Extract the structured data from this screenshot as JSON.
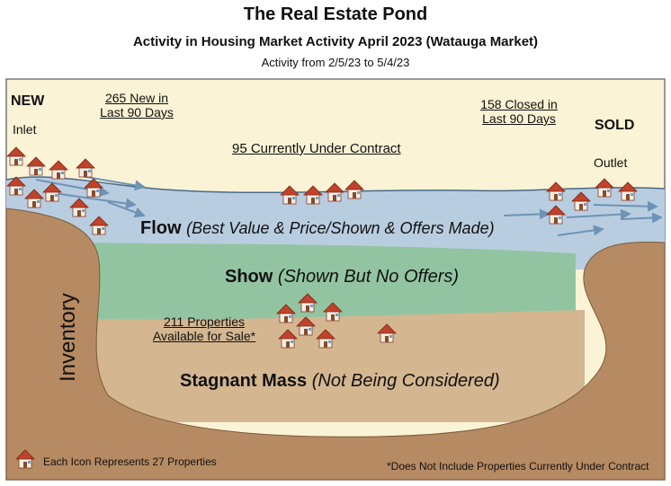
{
  "header": {
    "title": "The Real Estate Pond",
    "subtitle": "Activity in Housing Market Activity April 2023 (Watauga Market)",
    "date_range": "Activity from 2/5/23 to 5/4/23"
  },
  "inlet": {
    "label": "NEW",
    "sub": "Inlet",
    "new_line1": "265 New in",
    "new_line2": "Last 90 Days"
  },
  "outlet": {
    "label": "SOLD",
    "sub": "Outlet",
    "closed_line1": "158 Closed in",
    "closed_line2": "Last 90 Days"
  },
  "under_contract": "95 Currently Under Contract",
  "layers": {
    "flow_title": "Flow",
    "flow_desc": "(Best Value & Price/Shown & Offers Made)",
    "show_title": "Show",
    "show_desc": "(Shown But No Offers)",
    "stagnant_title": "Stagnant Mass",
    "stagnant_desc": "(Not Being Considered)"
  },
  "inventory_label": "Inventory",
  "available": {
    "line1": "211 Properties",
    "line2": "Available for Sale*"
  },
  "legend": {
    "text": "Each Icon Represents 27 Properties"
  },
  "footnote": "*Does Not Include Properties Currently Under Contract",
  "colors": {
    "sky": "#fbf3d5",
    "water": "#b9cde0",
    "show": "#93c4a2",
    "mud": "#d4b691",
    "earth": "#b68a62",
    "house_roof": "#c0432b",
    "arrow": "#6d93b5"
  }
}
